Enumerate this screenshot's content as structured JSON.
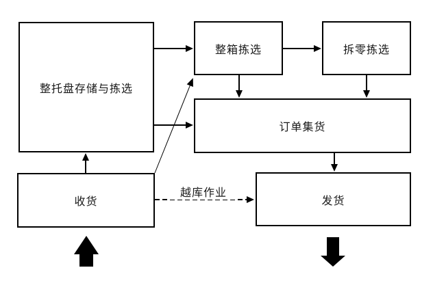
{
  "diagram": {
    "type": "flowchart",
    "language": "zh-CN",
    "nodes": [
      {
        "id": "pallet_storage_picking",
        "label": "整托盘存储与拣选"
      },
      {
        "id": "full_case_picking",
        "label": "整箱拣选"
      },
      {
        "id": "broken_case_picking",
        "label": "拆零拣选"
      },
      {
        "id": "order_consolidation",
        "label": "订单集货"
      },
      {
        "id": "receiving",
        "label": "收货"
      },
      {
        "id": "shipping",
        "label": "发货"
      }
    ],
    "edges": [
      {
        "from": "pallet_storage_picking",
        "to": "full_case_picking",
        "style": "solid-arrow",
        "label": ""
      },
      {
        "from": "pallet_storage_picking",
        "to": "order_consolidation",
        "style": "solid-arrow",
        "label": ""
      },
      {
        "from": "full_case_picking",
        "to": "broken_case_picking",
        "style": "solid-arrow",
        "label": ""
      },
      {
        "from": "full_case_picking",
        "to": "order_consolidation",
        "style": "solid-arrow",
        "label": ""
      },
      {
        "from": "broken_case_picking",
        "to": "order_consolidation",
        "style": "solid-arrow",
        "label": ""
      },
      {
        "from": "order_consolidation",
        "to": "shipping",
        "style": "solid-arrow",
        "label": ""
      },
      {
        "from": "receiving",
        "to": "pallet_storage_picking",
        "style": "solid-arrow",
        "label": ""
      },
      {
        "from": "receiving",
        "to": "full_case_picking",
        "style": "thin-diagonal-arrow",
        "label": ""
      },
      {
        "from": "receiving",
        "to": "shipping",
        "style": "dashed-arrow",
        "label": "越库作业"
      }
    ],
    "flow_markers": [
      {
        "id": "inbound_flow",
        "shape": "block-arrow-up",
        "position": "below-receiving"
      },
      {
        "id": "outbound_flow",
        "shape": "block-arrow-down",
        "position": "below-shipping"
      }
    ],
    "colors": {
      "line": "#000000",
      "background": "#ffffff",
      "text": "#1a1a1a"
    }
  }
}
